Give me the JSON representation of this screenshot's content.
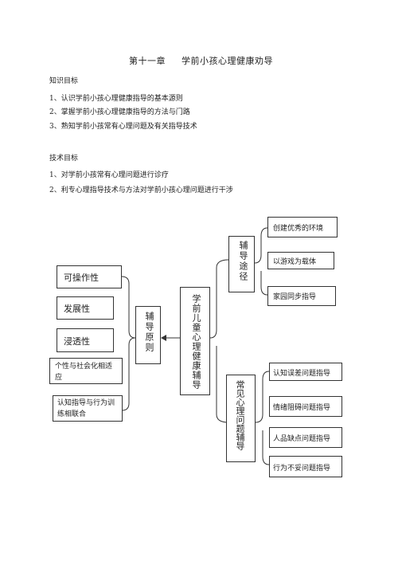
{
  "title": {
    "chapter": "第十一章",
    "name": "学前小孩心理健康劝导"
  },
  "knowledge": {
    "heading": "知识目标",
    "items": [
      "1、认识学前小孩心理健康指导的基本源则",
      "2、掌握学前小孩心理健康指导的方法与门路",
      "3、熟知学前小孩常有心理问题及有关指导技术"
    ]
  },
  "skill": {
    "heading": "技术目标",
    "items": [
      "1、对学前小孩常有心理问题进行诊疗",
      "2、利专心理指导技术与方法对学前小孩心理问题进行干涉"
    ]
  },
  "diagram": {
    "center": "学前儿童心理健康辅导",
    "principles_label": "辅导原则",
    "principles": [
      "可操作性",
      "发展性",
      "浸透性",
      "个性与社会化相适应",
      "认知指导与行为训练相联合"
    ],
    "approaches_label": "辅导途径",
    "approaches": [
      "创建优秀的环境",
      "以游戏为载体",
      "家园同步指导"
    ],
    "problems_label": "常见心理问题辅导",
    "problems": [
      "认知误差问题指导",
      "情绪阻碍问题指导",
      "人品缺点问题指导",
      "行为不妥问题指导"
    ]
  }
}
